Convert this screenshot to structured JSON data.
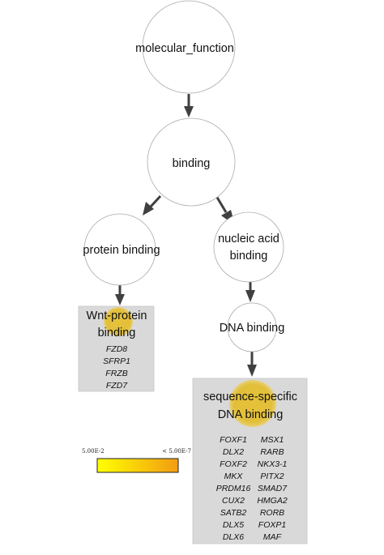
{
  "nodes": {
    "molecular_function": {
      "label": "molecular_function"
    },
    "binding": {
      "label": "binding"
    },
    "protein_binding": {
      "label": "protein binding"
    },
    "nucleic_acid_binding": {
      "label_lines": [
        "nucleic acid",
        "binding"
      ]
    },
    "dna_binding": {
      "label": "DNA binding"
    },
    "wnt_protein_binding": {
      "label_lines": [
        "Wnt-protein",
        "binding"
      ],
      "genes": [
        "FZD8",
        "SFRP1",
        "FRZB",
        "FZD7"
      ],
      "highlight_color": "#e2bf3a"
    },
    "sequence_specific_dna_binding": {
      "label_lines": [
        "sequence-specific",
        "DNA binding"
      ],
      "genes_left": [
        "FOXF1",
        "DLX2",
        "FOXF2",
        "MKX",
        "PRDM16",
        "CUX2",
        "SATB2",
        "DLX5",
        "DLX6"
      ],
      "genes_right": [
        "MSX1",
        "RARB",
        "NKX3-1",
        "PITX2",
        "SMAD7",
        "HMGA2",
        "RORB",
        "FOXP1",
        "MAF"
      ],
      "highlight_color": "#e2bf3a"
    }
  },
  "legend": {
    "low_label": "5.00E-2",
    "high_label": "< 5.00E-7",
    "color_low": "#ffff00",
    "color_high": "#f39c12"
  },
  "colors": {
    "box_fill": "#d9d9d9",
    "arrow": "#404040",
    "circle_stroke": "#aaaaaa"
  }
}
